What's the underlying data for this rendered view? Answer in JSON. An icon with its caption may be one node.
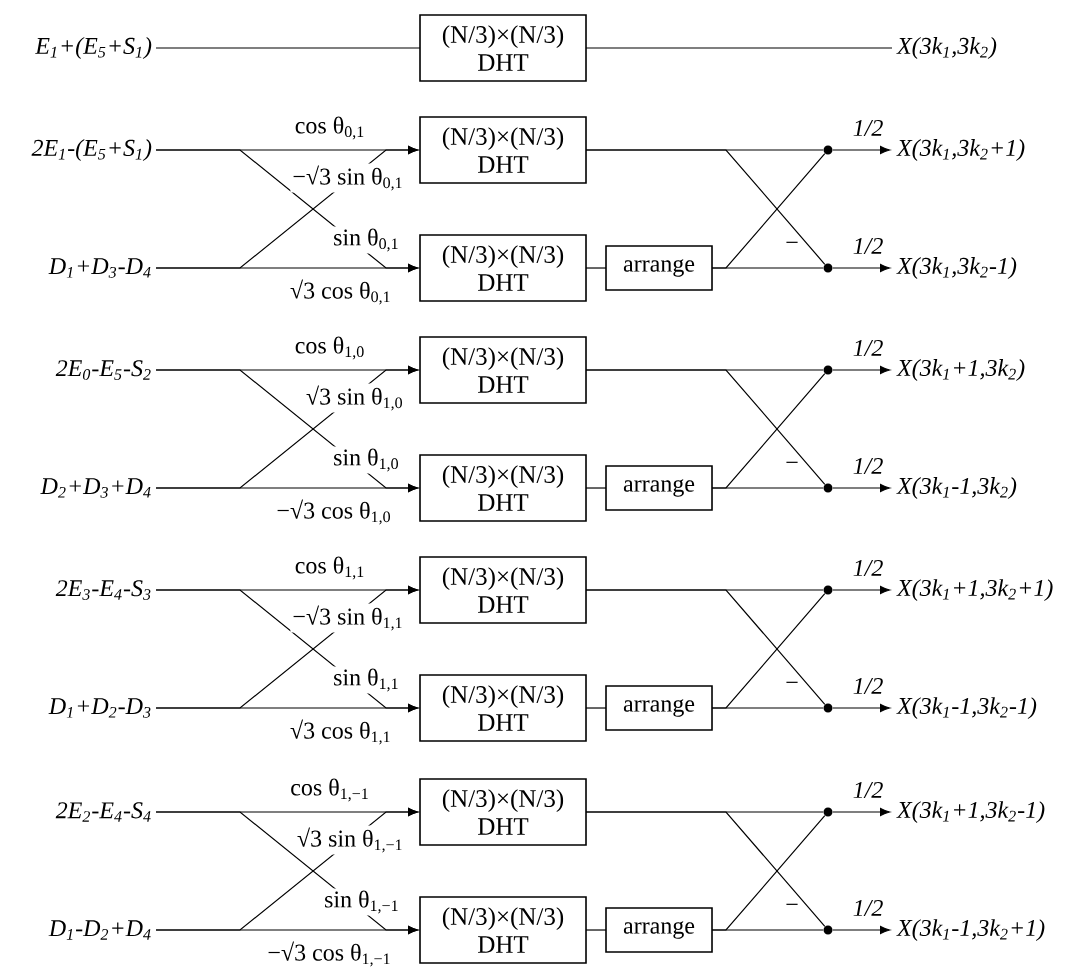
{
  "diagram": {
    "nodes": [
      {
        "text": [
          "E$_{1}$+(E$_{5}$+S$_{1}$)"
        ]
      },
      {
        "text": [
          "(N/3)×(N/3) DHT"
        ]
      },
      {
        "text": [
          "X(3k$_{1}$,3k$_{2}$)"
        ]
      },
      {
        "text": [
          "2E$_{1}$-(E$_{5}$+S$_{1}$)"
        ]
      },
      {
        "text": [
          "(N/3)×(N/3) DHT"
        ]
      },
      {
        "text": [],
        "shape": "circle"
      },
      {
        "text": [
          "X(3k$_{1}$,3k$_{2}$+1)"
        ]
      },
      {
        "text": [
          "D$_{1}$+D$_{3}$-D$_{4}$"
        ]
      },
      {
        "text": [
          "(N/3)×(N/3) DHT"
        ]
      },
      {
        "text": [
          "arrange"
        ]
      },
      {
        "text": [],
        "shape": "circle"
      },
      {
        "text": [
          "X(3k$_{1}$,3k$_{2}$-1)"
        ]
      },
      {
        "text": [
          "2E$_{0}$-E$_{5}$-S$_{2}$"
        ]
      },
      {
        "text": [
          "(N/3)×(N/3) DHT"
        ]
      },
      {
        "text": [],
        "shape": "circle"
      },
      {
        "text": [
          "X(3k$_{1}$+1,3k$_{2}$)"
        ]
      },
      {
        "text": [
          "D$_{2}$+D$_{3}$+D$_{4}$"
        ]
      },
      {
        "text": [
          "(N/3)×(N/3) DHT"
        ]
      },
      {
        "text": [
          "arrange"
        ]
      },
      {
        "text": [],
        "shape": "circle"
      },
      {
        "text": [
          "X(3k$_{1}$-1,3k$_{2}$)"
        ]
      },
      {
        "text": [
          "2E$_{3}$-E$_{4}$-S$_{3}$"
        ]
      },
      {
        "text": [
          "(N/3)×(N/3) DHT"
        ]
      },
      {
        "text": [],
        "shape": "circle"
      },
      {
        "text": [
          "X(3k$_{1}$+1,3k$_{2}$+1)"
        ]
      },
      {
        "text": [
          "D$_{1}$+D$_{2}$-D$_{3}$"
        ]
      },
      {
        "text": [
          "(N/3)×(N/3) DHT"
        ]
      },
      {
        "text": [
          "arrange"
        ]
      },
      {
        "text": [],
        "shape": "circle"
      },
      {
        "text": [
          "X(3k$_{1}$-1,3k$_{2}$-1)"
        ]
      },
      {
        "text": [
          "2E$_{2}$-E$_{4}$-S$_{4}$"
        ]
      },
      {
        "text": [
          "(N/3)×(N/3) DHT"
        ]
      },
      {
        "text": [],
        "shape": "circle"
      },
      {
        "text": [
          "X(3k$_{1}$+1,3k$_{2}$-1)"
        ]
      },
      {
        "text": [
          "D$_{1}$-D$_{2}$+D$_{4}$"
        ]
      },
      {
        "text": [
          "(N/3)×(N/3) DHT"
        ]
      },
      {
        "text": [
          "arrange"
        ]
      },
      {
        "text": [],
        "shape": "circle"
      },
      {
        "text": [
          "X(3k$_{1}$-1,3k$_{2}$+1)"
        ]
      }
    ],
    "edges": [
      {
        "from": 0,
        "to": 1,
        "arrow": "none"
      },
      {
        "from": 1,
        "to": 2,
        "arrow": "none"
      },
      {
        "from": 3,
        "to": 4,
        "arrow": "to",
        "label": "cos θ$_{0,1}$"
      },
      {
        "from": 7,
        "to": 4,
        "arrow": "to",
        "label": "−√3 sin θ$_{0,1}$"
      },
      {
        "from": 3,
        "to": 8,
        "arrow": "to",
        "label": "sin θ$_{0,1}$"
      },
      {
        "from": 7,
        "to": 8,
        "arrow": "to",
        "label": "√3 cos θ$_{0,1}$"
      },
      {
        "from": 8,
        "to": 9,
        "arrow": "none"
      },
      {
        "from": 4,
        "to": 5,
        "arrow": "none"
      },
      {
        "from": 4,
        "to": 10,
        "arrow": "none",
        "label": "−"
      },
      {
        "from": 9,
        "to": 5,
        "arrow": "none"
      },
      {
        "from": 9,
        "to": 10,
        "arrow": "none"
      },
      {
        "from": 5,
        "to": 6,
        "arrow": "to",
        "label": "1/2"
      },
      {
        "from": 10,
        "to": 11,
        "arrow": "to",
        "label": "1/2"
      },
      {
        "from": 12,
        "to": 13,
        "arrow": "to",
        "label": "cos θ$_{1,0}$"
      },
      {
        "from": 16,
        "to": 13,
        "arrow": "to",
        "label": "√3 sin θ$_{1,0}$"
      },
      {
        "from": 12,
        "to": 17,
        "arrow": "to",
        "label": "sin θ$_{1,0}$"
      },
      {
        "from": 16,
        "to": 17,
        "arrow": "to",
        "label": "−√3 cos θ$_{1,0}$"
      },
      {
        "from": 17,
        "to": 18,
        "arrow": "none"
      },
      {
        "from": 13,
        "to": 14,
        "arrow": "none"
      },
      {
        "from": 13,
        "to": 19,
        "arrow": "none",
        "label": "−"
      },
      {
        "from": 18,
        "to": 14,
        "arrow": "none"
      },
      {
        "from": 18,
        "to": 19,
        "arrow": "none"
      },
      {
        "from": 14,
        "to": 15,
        "arrow": "to",
        "label": "1/2"
      },
      {
        "from": 19,
        "to": 20,
        "arrow": "to",
        "label": "1/2"
      },
      {
        "from": 21,
        "to": 22,
        "arrow": "to",
        "label": "cos θ$_{1,1}$"
      },
      {
        "from": 25,
        "to": 22,
        "arrow": "to",
        "label": "−√3 sin θ$_{1,1}$"
      },
      {
        "from": 21,
        "to": 26,
        "arrow": "to",
        "label": "sin θ$_{1,1}$"
      },
      {
        "from": 25,
        "to": 26,
        "arrow": "to",
        "label": "√3 cos θ$_{1,1}$"
      },
      {
        "from": 26,
        "to": 27,
        "arrow": "none"
      },
      {
        "from": 22,
        "to": 23,
        "arrow": "none"
      },
      {
        "from": 22,
        "to": 28,
        "arrow": "none",
        "label": "−"
      },
      {
        "from": 27,
        "to": 23,
        "arrow": "none"
      },
      {
        "from": 27,
        "to": 28,
        "arrow": "none"
      },
      {
        "from": 23,
        "to": 24,
        "arrow": "to",
        "label": "1/2"
      },
      {
        "from": 28,
        "to": 29,
        "arrow": "to",
        "label": "1/2"
      },
      {
        "from": 30,
        "to": 31,
        "arrow": "to",
        "label": "cos θ$_{1,−1}$"
      },
      {
        "from": 34,
        "to": 31,
        "arrow": "to",
        "label": "√3 sin θ$_{1,−1}$"
      },
      {
        "from": 30,
        "to": 35,
        "arrow": "to",
        "label": "sin θ$_{1,−1}$"
      },
      {
        "from": 34,
        "to": 35,
        "arrow": "to",
        "label": "−√3 cos θ$_{1,−1}$"
      },
      {
        "from": 35,
        "to": 36,
        "arrow": "none"
      },
      {
        "from": 31,
        "to": 32,
        "arrow": "none"
      },
      {
        "from": 31,
        "to": 37,
        "arrow": "none",
        "label": "−"
      },
      {
        "from": 36,
        "to": 32,
        "arrow": "none"
      },
      {
        "from": 36,
        "to": 37,
        "arrow": "none"
      },
      {
        "from": 32,
        "to": 33,
        "arrow": "to",
        "label": "1/2"
      },
      {
        "from": 37,
        "to": 38,
        "arrow": "to",
        "label": "1/2"
      }
    ]
  }
}
